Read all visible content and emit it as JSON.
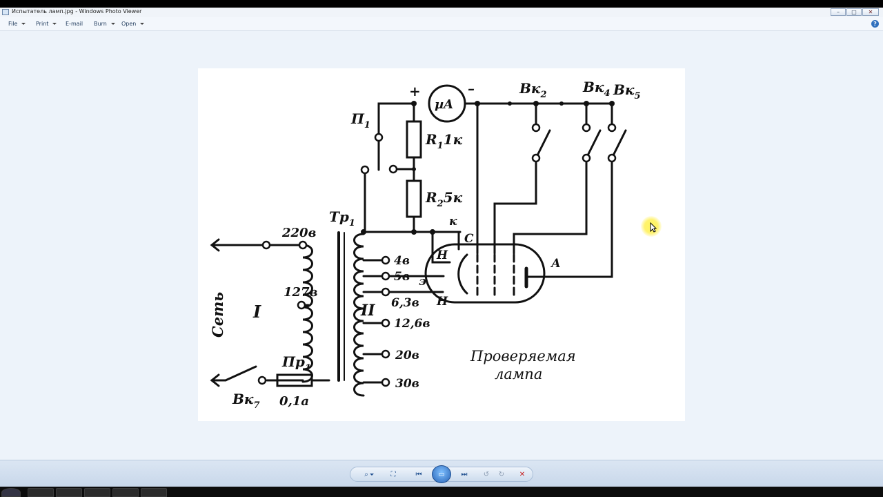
{
  "window": {
    "title": "Испытатель ламп.jpg - Windows Photo Viewer",
    "buttons": {
      "minimize": "–",
      "maximize": "□",
      "close": "✕"
    }
  },
  "menu": {
    "items": [
      {
        "label": "File",
        "has_dropdown": true
      },
      {
        "label": "Print",
        "has_dropdown": true
      },
      {
        "label": "E-mail",
        "has_dropdown": false
      },
      {
        "label": "Burn",
        "has_dropdown": true
      },
      {
        "label": "Open",
        "has_dropdown": true
      }
    ],
    "help": "?"
  },
  "schematic": {
    "plus": "+",
    "minus": "–",
    "meter": "µA",
    "vk2": "Вк",
    "vk2_sub": "2",
    "vk4": "Вк",
    "vk4_sub": "4",
    "vk5": "Вк",
    "vk5_sub": "5",
    "p1": "П",
    "p1_sub": "1",
    "r1": "R",
    "r1_sub": "1",
    "r1_val": "1к",
    "r2": "R",
    "r2_sub": "2",
    "r2_val": "5к",
    "tr1": "Тр",
    "tr1_sub": "1",
    "k": "к",
    "c": "С",
    "h_top": "Н",
    "h_bottom": "Н",
    "e": "э",
    "a": "А",
    "v220": "220в",
    "v127": "127в",
    "set": "Сеть",
    "winding1": "I",
    "winding2": "II",
    "pr1": "Пр",
    "pr1_sub": "1",
    "fuse": "0,1а",
    "vk7": "Вк",
    "vk7_sub": "7",
    "taps": [
      "4в",
      "5в",
      "6,3в",
      "12,6в",
      "20в",
      "30в"
    ],
    "caption_line1": "Проверяемая",
    "caption_line2": "лампа"
  },
  "toolbar": {
    "zoom": "⌕",
    "fit": "⛶",
    "previous": "⏮",
    "slideshow": "▭",
    "next": "⏭",
    "rotate_left": "↺",
    "rotate_right": "↻",
    "delete": "✕"
  }
}
